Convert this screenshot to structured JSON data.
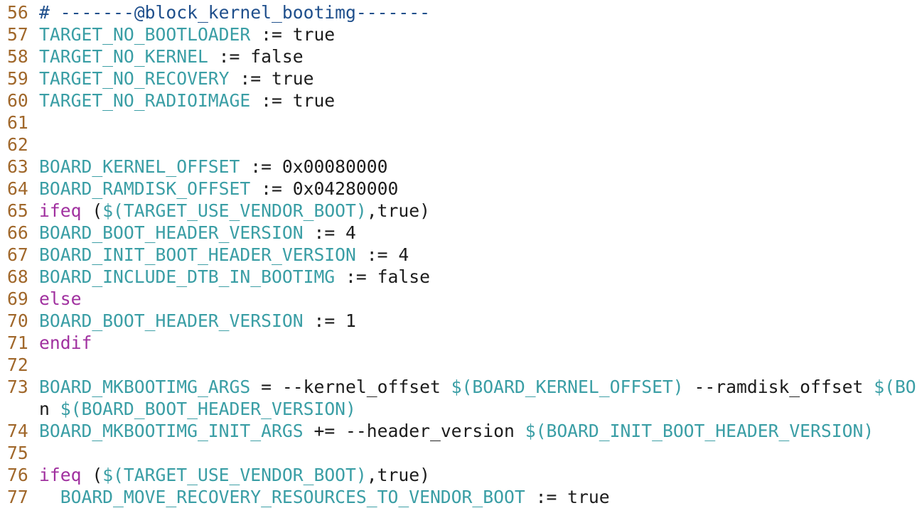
{
  "editor": {
    "colors": {
      "line_number": "#a0672a",
      "variable": "#3a9ea5",
      "keyword": "#a0309f",
      "comment": "#1f4f8c",
      "text": "#1c1c1c"
    },
    "rows": [
      {
        "num": "56",
        "segs": [
          {
            "c": "cmt",
            "t": "# -------@block_kernel_bootimg-------"
          }
        ]
      },
      {
        "num": "57",
        "segs": [
          {
            "c": "var",
            "t": "TARGET_NO_BOOTLOADER"
          },
          {
            "c": "txt",
            "t": " := true"
          }
        ]
      },
      {
        "num": "58",
        "segs": [
          {
            "c": "var",
            "t": "TARGET_NO_KERNEL"
          },
          {
            "c": "txt",
            "t": " := false"
          }
        ]
      },
      {
        "num": "59",
        "segs": [
          {
            "c": "var",
            "t": "TARGET_NO_RECOVERY"
          },
          {
            "c": "txt",
            "t": " := true"
          }
        ]
      },
      {
        "num": "60",
        "segs": [
          {
            "c": "var",
            "t": "TARGET_NO_RADIOIMAGE"
          },
          {
            "c": "txt",
            "t": " := true"
          }
        ]
      },
      {
        "num": "61",
        "segs": []
      },
      {
        "num": "62",
        "segs": []
      },
      {
        "num": "63",
        "segs": [
          {
            "c": "var",
            "t": "BOARD_KERNEL_OFFSET"
          },
          {
            "c": "txt",
            "t": " := 0x00080000"
          }
        ]
      },
      {
        "num": "64",
        "segs": [
          {
            "c": "var",
            "t": "BOARD_RAMDISK_OFFSET"
          },
          {
            "c": "txt",
            "t": " := 0x04280000"
          }
        ]
      },
      {
        "num": "65",
        "segs": [
          {
            "c": "kw",
            "t": "ifeq"
          },
          {
            "c": "txt",
            "t": " ("
          },
          {
            "c": "var",
            "t": "$(TARGET_USE_VENDOR_BOOT)"
          },
          {
            "c": "txt",
            "t": ",true)"
          }
        ]
      },
      {
        "num": "66",
        "segs": [
          {
            "c": "var",
            "t": "BOARD_BOOT_HEADER_VERSION"
          },
          {
            "c": "txt",
            "t": " := 4"
          }
        ]
      },
      {
        "num": "67",
        "segs": [
          {
            "c": "var",
            "t": "BOARD_INIT_BOOT_HEADER_VERSION"
          },
          {
            "c": "txt",
            "t": " := 4"
          }
        ]
      },
      {
        "num": "68",
        "segs": [
          {
            "c": "var",
            "t": "BOARD_INCLUDE_DTB_IN_BOOTIMG"
          },
          {
            "c": "txt",
            "t": " := false"
          }
        ]
      },
      {
        "num": "69",
        "segs": [
          {
            "c": "kw",
            "t": "else"
          }
        ]
      },
      {
        "num": "70",
        "segs": [
          {
            "c": "var",
            "t": "BOARD_BOOT_HEADER_VERSION"
          },
          {
            "c": "txt",
            "t": " := 1"
          }
        ]
      },
      {
        "num": "71",
        "segs": [
          {
            "c": "kw",
            "t": "endif"
          }
        ]
      },
      {
        "num": "72",
        "segs": []
      },
      {
        "num": "73",
        "segs": [
          {
            "c": "var",
            "t": "BOARD_MKBOOTIMG_ARGS"
          },
          {
            "c": "txt",
            "t": " = --kernel_offset "
          },
          {
            "c": "var",
            "t": "$(BOARD_KERNEL_OFFSET)"
          },
          {
            "c": "txt",
            "t": " --ramdisk_offset "
          },
          {
            "c": "var",
            "t": "$(BO"
          }
        ]
      },
      {
        "num": "",
        "segs": [
          {
            "c": "txt",
            "t": "n "
          },
          {
            "c": "var",
            "t": "$(BOARD_BOOT_HEADER_VERSION)"
          }
        ]
      },
      {
        "num": "74",
        "segs": [
          {
            "c": "var",
            "t": "BOARD_MKBOOTIMG_INIT_ARGS"
          },
          {
            "c": "txt",
            "t": " += --header_version "
          },
          {
            "c": "var",
            "t": "$(BOARD_INIT_BOOT_HEADER_VERSION)"
          }
        ]
      },
      {
        "num": "75",
        "segs": []
      },
      {
        "num": "76",
        "segs": [
          {
            "c": "kw",
            "t": "ifeq"
          },
          {
            "c": "txt",
            "t": " ("
          },
          {
            "c": "var",
            "t": "$(TARGET_USE_VENDOR_BOOT)"
          },
          {
            "c": "txt",
            "t": ",true)"
          }
        ]
      },
      {
        "num": "77",
        "segs": [
          {
            "c": "txt",
            "t": "  "
          },
          {
            "c": "var",
            "t": "BOARD_MOVE_RECOVERY_RESOURCES_TO_VENDOR_BOOT"
          },
          {
            "c": "txt",
            "t": " := true"
          }
        ]
      }
    ]
  }
}
